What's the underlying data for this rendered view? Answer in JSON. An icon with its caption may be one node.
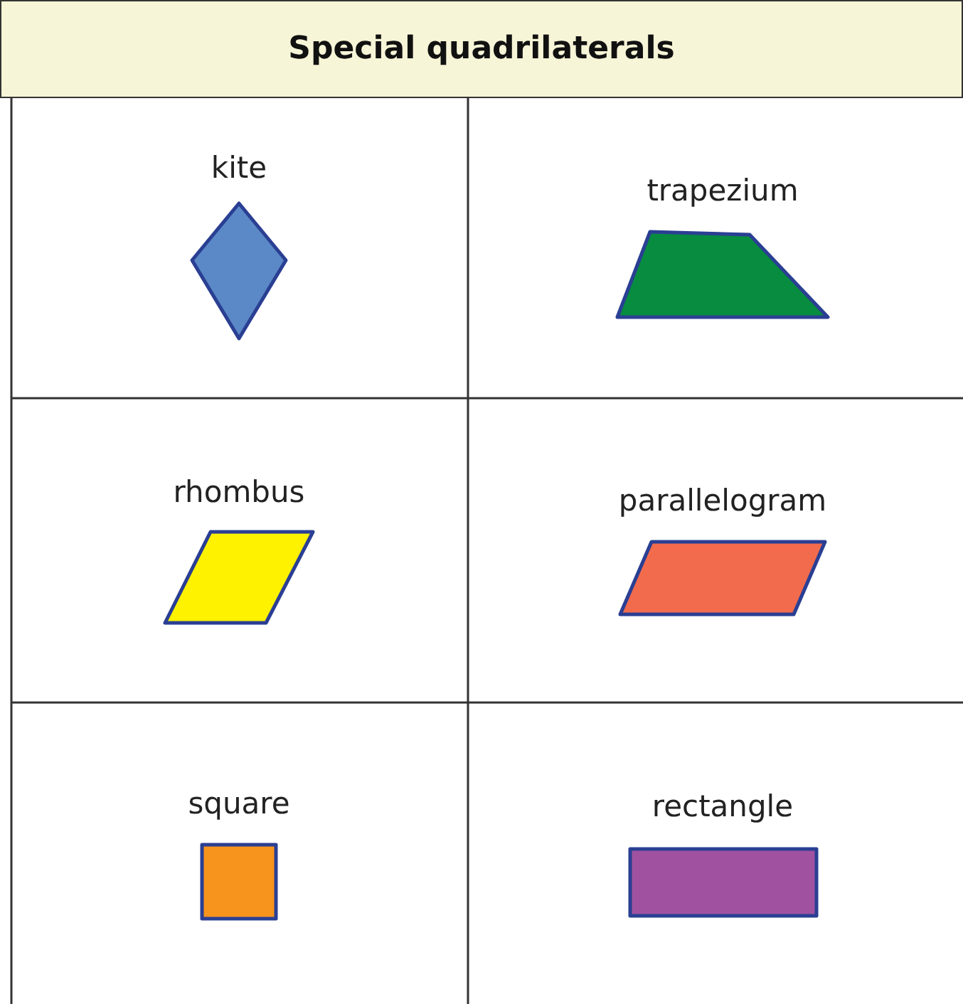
{
  "diagram": {
    "title": "Special quadrilaterals",
    "labels": [
      "kite",
      "trapezium",
      "rhombus",
      "parallelogram",
      "square",
      "rectangle"
    ]
  }
}
